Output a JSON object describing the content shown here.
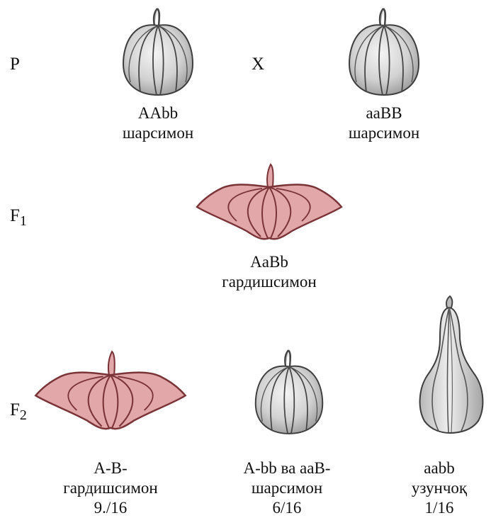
{
  "generations": {
    "p": "P",
    "cross": "X",
    "f1_letter": "F",
    "f1_index": "1",
    "f2_letter": "F",
    "f2_index": "2"
  },
  "parents": [
    {
      "genotype": "AAbb",
      "phenotype": "шарсимон",
      "shape": "round"
    },
    {
      "genotype": "aaBB",
      "phenotype": "шарсимон",
      "shape": "round"
    }
  ],
  "f1": {
    "genotype": "AaBb",
    "phenotype": "гардишсимон",
    "shape": "disc"
  },
  "f2": [
    {
      "genotype": "A-B-",
      "phenotype": "гардишсимон",
      "ratio": "9./16",
      "shape": "disc"
    },
    {
      "genotype": "A-bb ва aaB-",
      "phenotype": "шарсимон",
      "ratio": "6/16",
      "shape": "round"
    },
    {
      "genotype": "aabb",
      "phenotype": "узунчоқ",
      "ratio": "1/16",
      "shape": "elongated"
    }
  ],
  "colors": {
    "disc_fill": "#e2a7a9",
    "disc_stroke": "#7a3437",
    "round_fill": "#d8d8d8",
    "round_stroke": "#3d3d3d"
  }
}
